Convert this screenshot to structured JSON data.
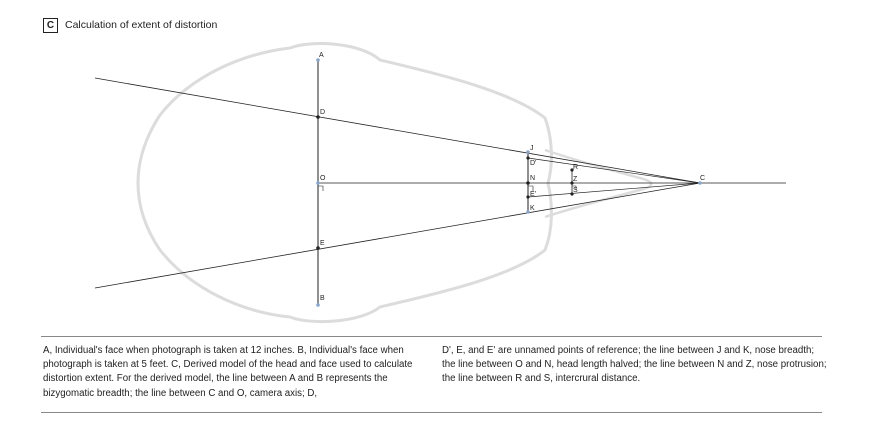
{
  "panel": {
    "letter": "C",
    "title": "Calculation of extent of distortion"
  },
  "points": {
    "A": "A",
    "B": "B",
    "C": "C",
    "D": "D",
    "E": "E",
    "O": "O",
    "J": "J",
    "K": "K",
    "N": "N",
    "D_prime": "D'",
    "E_prime": "E'",
    "R": "R",
    "Z": "Z",
    "S": "S"
  },
  "caption": {
    "left": "A, Individual's face when photograph is taken at 12 inches. B, Individual's face when photograph is taken at 5 feet. C, Derived model of the head and face used to calculate distortion extent. For the derived model, the line between A and B represents the bizygomatic breadth; the line between C and O, camera axis; D,",
    "right": "D', E, and E' are unnamed points of reference; the line between J and K, nose breadth; the line between O and N, head length halved; the line between N and Z, nose protrusion; the line between R and S, intercrural distance."
  }
}
